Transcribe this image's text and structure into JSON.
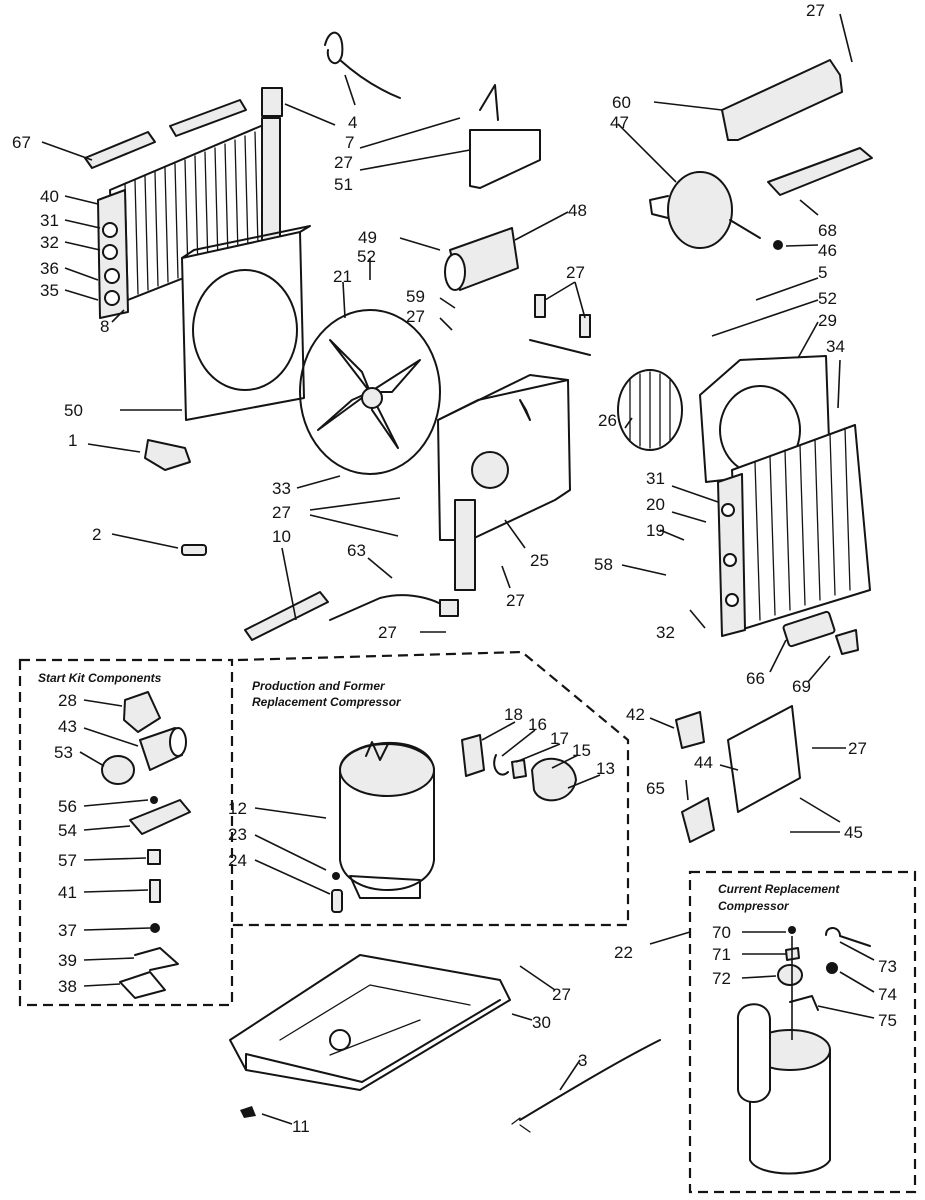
{
  "captions": {
    "start_kit": "Start Kit Components",
    "production_line1": "Production and Former",
    "production_line2": "Replacement Compressor",
    "current_line1": "Current Replacement",
    "current_line2": "Compressor"
  },
  "parts": {
    "p1": "1",
    "p2": "2",
    "p3": "3",
    "p4": "4",
    "p5": "5",
    "p7": "7",
    "p8": "8",
    "p10": "10",
    "p11": "11",
    "p12": "12",
    "p13": "13",
    "p15": "15",
    "p16": "16",
    "p17": "17",
    "p18": "18",
    "p19": "19",
    "p20": "20",
    "p21": "21",
    "p22": "22",
    "p23": "23",
    "p24": "24",
    "p25": "25",
    "p26": "26",
    "p27a": "27",
    "p27b": "27",
    "p27c": "27",
    "p27d": "27",
    "p27e": "27",
    "p27f": "27",
    "p27g": "27",
    "p27h": "27",
    "p27i": "27",
    "p28": "28",
    "p29": "29",
    "p30": "30",
    "p31a": "31",
    "p31b": "31",
    "p32a": "32",
    "p32b": "32",
    "p33": "33",
    "p34": "34",
    "p35": "35",
    "p36": "36",
    "p37": "37",
    "p38": "38",
    "p39": "39",
    "p40": "40",
    "p41": "41",
    "p42": "42",
    "p43": "43",
    "p44": "44",
    "p45": "45",
    "p46": "46",
    "p47": "47",
    "p48": "48",
    "p49": "49",
    "p50": "50",
    "p51": "51",
    "p52a": "52",
    "p52b": "52",
    "p53": "53",
    "p54": "54",
    "p56": "56",
    "p57": "57",
    "p58": "58",
    "p59": "59",
    "p60": "60",
    "p63": "63",
    "p65": "65",
    "p66": "66",
    "p67": "67",
    "p68": "68",
    "p69": "69",
    "p70": "70",
    "p71": "71",
    "p72": "72",
    "p73": "73",
    "p74": "74",
    "p75": "75"
  },
  "colors": {
    "ink": "#141414",
    "paper": "#ffffff",
    "shade": "#ececec"
  }
}
